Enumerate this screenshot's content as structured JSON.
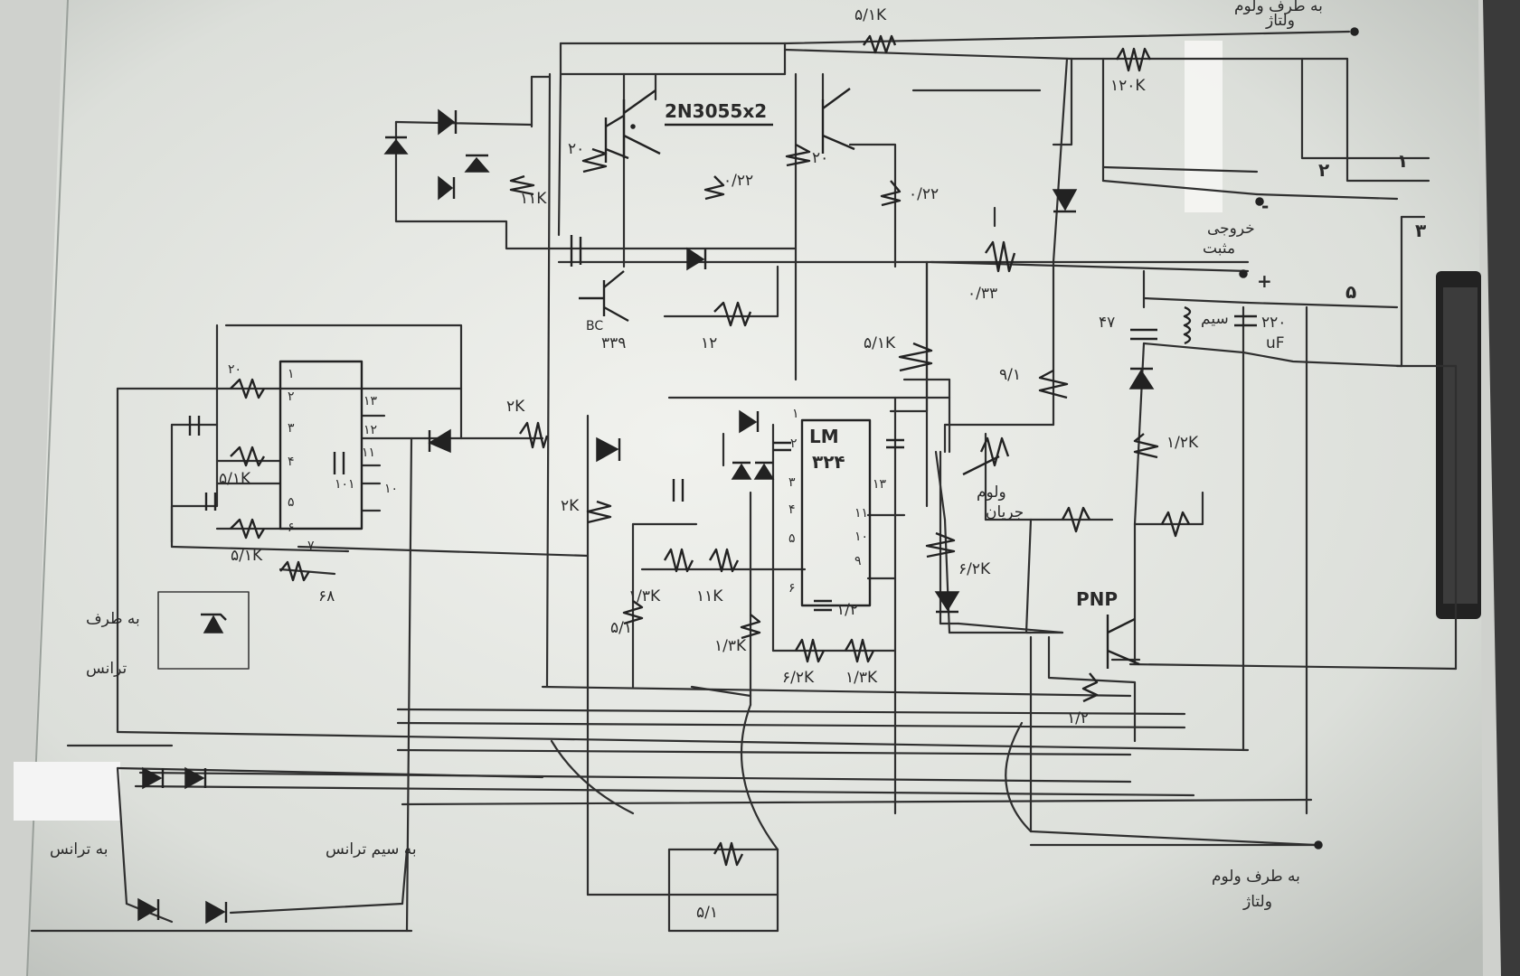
{
  "labels": {
    "r_top": "۵/۱K",
    "r_top_right": "۱۲۰K",
    "transistor_part": "2N3055x2",
    "r_20_left": "۲۰",
    "r_022_left": "۰/۲۲",
    "r_20_right": "۲۰",
    "r_022_right": "۰/۲۲",
    "r_11k": "۱۱K",
    "r_0_33": "۰/۳۳",
    "r_5_1k_mid": "۵/۱K",
    "r_9_1": "۹/۱",
    "r_2k_in": "۲K",
    "r_2k_left": "۲K",
    "r_5_1k_ic": "۵/۱K",
    "r_20_ic": "۲۰",
    "r_5_1k_ic2": "۵/۱K",
    "r_68": "۶۸",
    "cap_101": "۱۰۱",
    "ic_pin7": "۷",
    "ic_pin10": "۱۰",
    "ic_pin11": "۱۱",
    "ic_pin12": "۱۲",
    "ic_pin13": "۱۳",
    "ic_pins_left": [
      "۱",
      "۲",
      "۳",
      "۴",
      "۵",
      "۶"
    ],
    "bc_transistor": "BC",
    "bc_num": "۳۳۹",
    "r_12": "۱۲",
    "lm_label_1": "LM",
    "lm_label_2": "۳۲۴",
    "lm_pin1": "۱",
    "lm_pin2": "۲",
    "lm_pin3": "۳",
    "lm_pin4": "۴",
    "lm_pin5": "۵",
    "lm_pin6": "۶",
    "lm_pin9": "۹",
    "lm_pin10": "۱۰",
    "lm_pin11": "۱۱",
    "lm_pin13": "۱۳",
    "r_1_3k_a": "۱/۳K",
    "r_11k_b": "۱۱K",
    "r_1_3k_b": "۱/۳K",
    "r_5_1": "۵/۱",
    "r_1_2": "۱/۲",
    "r_6_2k_a": "۶/۲K",
    "r_1_3k_c": "۱/۳K",
    "r_6_2k_b": "۶/۲K",
    "r_1_2k": "۱/۲K",
    "r_1_2_pnp": "۱/۲",
    "r_5_1_bottom": "۵/۱",
    "cap_47": "۴۷",
    "cap_220": "۲۲۰",
    "cap_220_unit": "uF",
    "pnp": "PNP",
    "cur_vol_1": "ولوم",
    "cur_vol_2": "جریان",
    "out_neg_sym": "-",
    "out_pos_sym": "+",
    "out_label_1": "خروجی",
    "out_label_2": "مثبت",
    "coil_label": "سیم",
    "num_1": "۱",
    "num_2": "۲",
    "num_3": "۳",
    "num_5": "۵",
    "top_right_1": "به طرف ولوم",
    "top_right_2": "ولتاژ",
    "bottom_right_1": "به طرف ولوم",
    "bottom_right_2": "ولتاژ",
    "left_side_1": "به طرف",
    "left_side_2": "ترانس",
    "bottom_left_1": "به ترانس",
    "bottom_mid_1": "به سیم ترانس"
  }
}
